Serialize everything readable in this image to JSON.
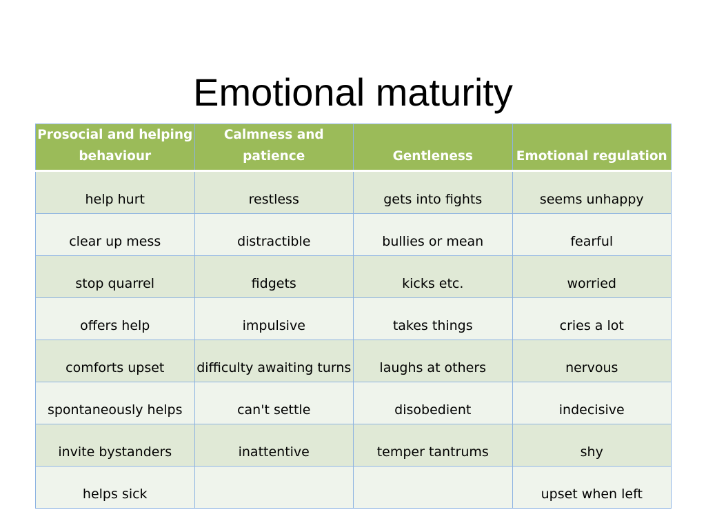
{
  "slide": {
    "title": "Emotional maturity"
  },
  "table": {
    "headers": [
      "Prosocial and helping behaviour",
      "Calmness and patience",
      "Gentleness",
      "Emotional regulation"
    ],
    "rows": [
      [
        "help hurt",
        "restless",
        "gets into fights",
        "seems unhappy"
      ],
      [
        "clear up mess",
        "distractible",
        "bullies or mean",
        "fearful"
      ],
      [
        "stop quarrel",
        "fidgets",
        "kicks etc.",
        "worried"
      ],
      [
        "offers help",
        "impulsive",
        "takes things",
        "cries a lot"
      ],
      [
        "comforts upset",
        "difficulty awaiting turns",
        "laughs at others",
        "nervous"
      ],
      [
        "spontaneously helps",
        "can't settle",
        "disobedient",
        "indecisive"
      ],
      [
        "invite bystanders",
        "inattentive",
        "temper tantrums",
        "shy"
      ],
      [
        "helps sick",
        "",
        "",
        "upset when left"
      ]
    ]
  },
  "colors": {
    "header_bg": "#9bbb59",
    "row_odd_bg": "#e0e9d6",
    "row_even_bg": "#eff4ec",
    "border": "#8db3e2"
  }
}
